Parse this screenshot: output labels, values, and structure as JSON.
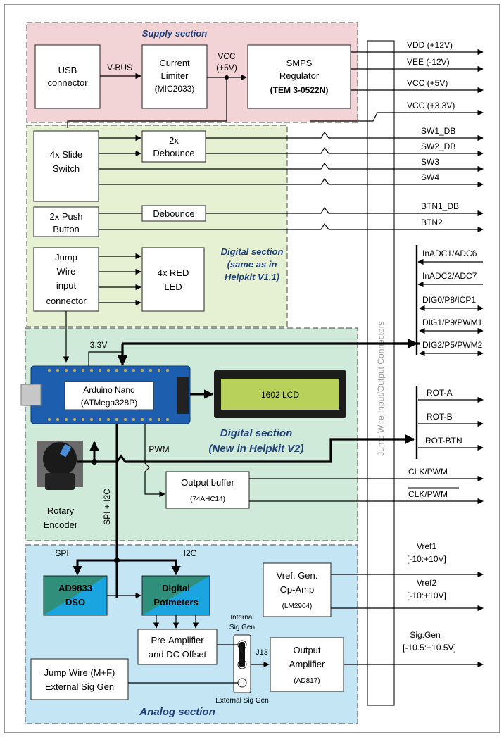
{
  "sections": {
    "supply": "Supply section",
    "digital_v1": [
      "Digital section",
      "(same as in",
      "Helpkit V1.1)"
    ],
    "digital_v2": [
      "Digital section",
      "(New in Helpkit V2)"
    ],
    "analog": "Analog section"
  },
  "blocks": {
    "usb": [
      "USB",
      "connector"
    ],
    "limiter": [
      "Current",
      "Limiter",
      "(MIC2033)"
    ],
    "smps": [
      "SMPS",
      "Regulator",
      "(TEM 3-0522N)"
    ],
    "slide": [
      "4x Slide",
      "Switch"
    ],
    "debounce2x": [
      "2x",
      "Debounce"
    ],
    "push": [
      "2x Push",
      "Button"
    ],
    "debounce": "Debounce",
    "jump_in": [
      "Jump",
      "Wire",
      "input",
      "connector"
    ],
    "red_led": [
      "4x RED",
      "LED"
    ],
    "arduino": [
      "Arduino Nano",
      "(ATMega328P)"
    ],
    "lcd": "1602 LCD",
    "rotary": [
      "Rotary",
      "Encoder"
    ],
    "outbuf": [
      "Output buffer",
      "(74AHC14)"
    ],
    "ad9833": [
      "AD9833",
      "DSO"
    ],
    "digipot": [
      "Digital",
      "Potmeters"
    ],
    "vref_gen": [
      "Vref. Gen.",
      "Op-Amp",
      "(LM2904)"
    ],
    "preamp": [
      "Pre-Amplifier",
      "and DC Offset"
    ],
    "out_amp": [
      "Output",
      "Amplifier",
      "(AD817)"
    ],
    "jump_mf": [
      "Jump Wire (M+F)",
      "External Sig Gen"
    ],
    "connector_strip": "Jump Wire Input/Output Connectors"
  },
  "wire_labels": {
    "vbus": "V-BUS",
    "vcc5": [
      "VCC",
      "(+5V)"
    ],
    "v33": "3.3V",
    "pwm": "PWM",
    "spi_i2c": "SPI + I2C",
    "spi": "SPI",
    "i2c": "I2C",
    "internal_sig": [
      "Internal",
      "Sig Gen"
    ],
    "external_sig": "External Sig Gen",
    "j13": "J13"
  },
  "outputs": {
    "vdd": "VDD (+12V)",
    "vee": "VEE (-12V)",
    "vcc5": "VCC (+5V)",
    "vcc33": "VCC (+3.3V)",
    "sw1": "SW1_DB",
    "sw2": "SW2_DB",
    "sw3": "SW3",
    "sw4": "SW4",
    "btn1": "BTN1_DB",
    "btn2": "BTN2",
    "inadc1": "InADC1/ADC6",
    "inadc2": "InADC2/ADC7",
    "dig0": "DIG0/P8/ICP1",
    "dig1": "DIG1/P9/PWM1",
    "dig2": "DIG2/P5/PWM2",
    "rota": "ROT-A",
    "rotb": "ROT-B",
    "rotbtn": "ROT-BTN",
    "clk": "CLK/PWM",
    "clkn": "CLK/PWM",
    "vref1": [
      "Vref1",
      "[-10:+10V]"
    ],
    "vref2": [
      "Vref2",
      "[-10:+10V]"
    ],
    "siggen": [
      "Sig.Gen",
      "[-10.5:+10.5V]"
    ]
  },
  "colors": {
    "supply_bg": "#f2d3d6",
    "digital_v1_bg": "#e6f0d2",
    "digital_v2_bg": "#cfead9",
    "analog_bg": "#c4e6f4",
    "section_title": "#1f3f7a",
    "ad9833_a": "#2f8f7a",
    "ad9833_b": "#1aa4e0",
    "lcd_bg": "#b7d15a",
    "board": "#1d5fae"
  }
}
